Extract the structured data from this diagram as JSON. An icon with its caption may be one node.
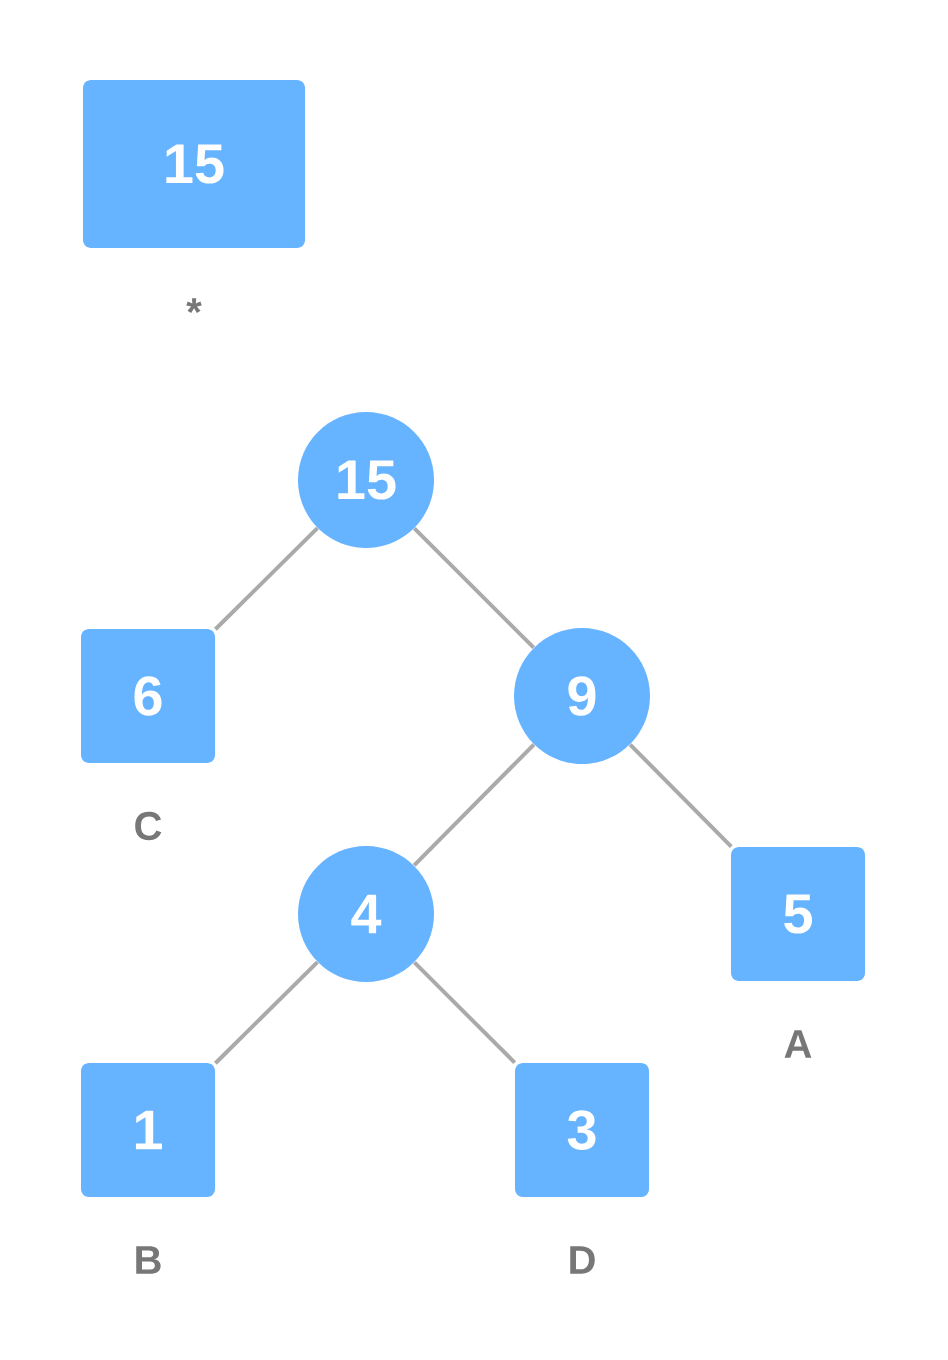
{
  "diagram": {
    "nodes": [
      {
        "text": [
          "15"
        ],
        "beside": [
          "*"
        ]
      },
      {
        "text": [
          "15"
        ]
      },
      {
        "text": [
          "6"
        ],
        "beside": [
          "C"
        ]
      },
      {
        "text": [
          "9"
        ]
      },
      {
        "text": [
          "4"
        ]
      },
      {
        "text": [
          "5"
        ],
        "beside": [
          "A"
        ]
      },
      {
        "text": [
          "1"
        ],
        "beside": [
          "B"
        ]
      },
      {
        "text": [
          "3"
        ],
        "beside": [
          "D"
        ]
      }
    ],
    "edges": [
      {
        "from": 1,
        "to": 2,
        "arrow": "none"
      },
      {
        "from": 1,
        "to": 3,
        "arrow": "none"
      },
      {
        "from": 3,
        "to": 4,
        "arrow": "none"
      },
      {
        "from": 3,
        "to": 5,
        "arrow": "none"
      },
      {
        "from": 4,
        "to": 6,
        "arrow": "none"
      },
      {
        "from": 4,
        "to": 7,
        "arrow": "none"
      }
    ]
  }
}
